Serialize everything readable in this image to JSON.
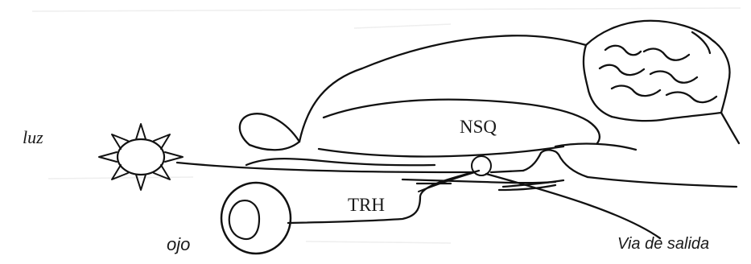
{
  "labels": {
    "luz": "luz",
    "nsq": "NSQ",
    "trh": "TRH",
    "ojo": "ojo",
    "via_salida": "Via de salida"
  },
  "colors": {
    "line": "#111111",
    "nucleus_fill": "#c8c8c8",
    "pupil_fill": "#7a7a7a",
    "background": "#ffffff"
  },
  "icons": {
    "light_source": "sun-icon",
    "eye": "eye-icon"
  }
}
